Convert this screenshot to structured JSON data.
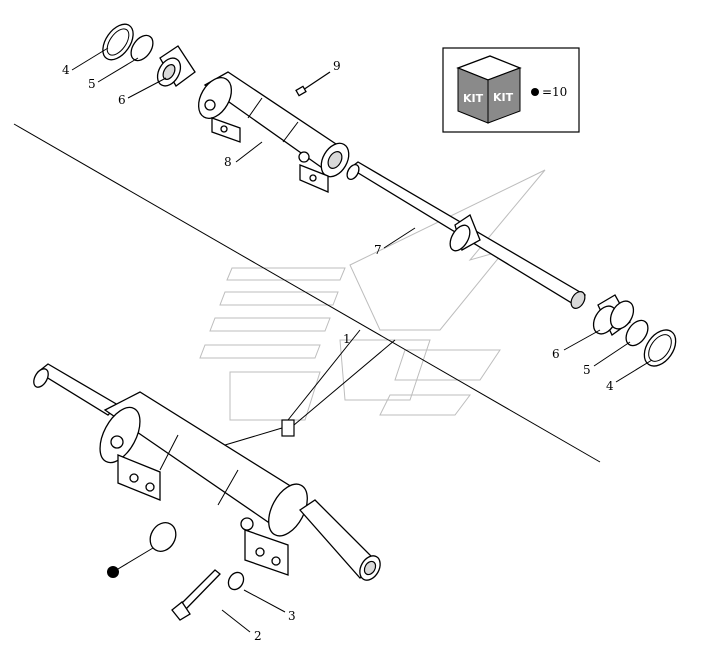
{
  "callouts": {
    "c1": "1",
    "c2": "2",
    "c3": "3",
    "c4a": "4",
    "c4b": "4",
    "c5a": "5",
    "c5b": "5",
    "c6a": "6",
    "c6b": "6",
    "c7": "7",
    "c8": "8",
    "c9": "9"
  },
  "kit": {
    "word_left": "KIT",
    "word_right": "KIT",
    "equals": "=",
    "ref": "10"
  }
}
